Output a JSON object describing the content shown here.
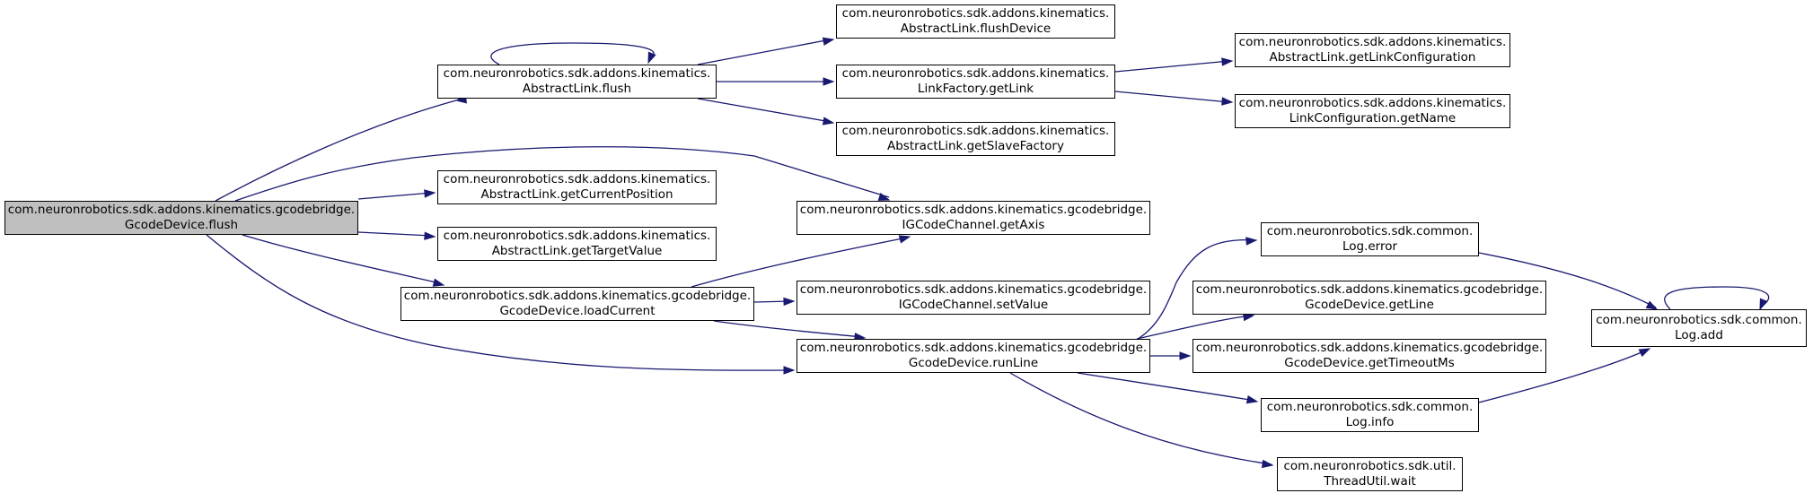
{
  "colors": {
    "edge": "#191970",
    "root_fill": "#bfbfbf",
    "node_fill": "#ffffff",
    "border": "#000000"
  },
  "nodes": [
    {
      "id": "gcd_flush",
      "line1": "com.neuronrobotics.sdk.addons.kinematics.gcodebridge.",
      "line2": "GcodeDevice.flush"
    },
    {
      "id": "al_flush",
      "line1": "com.neuronrobotics.sdk.addons.kinematics.",
      "line2": "AbstractLink.flush"
    },
    {
      "id": "al_getcurrentposition",
      "line1": "com.neuronrobotics.sdk.addons.kinematics.",
      "line2": "AbstractLink.getCurrentPosition"
    },
    {
      "id": "al_gettargetvalue",
      "line1": "com.neuronrobotics.sdk.addons.kinematics.",
      "line2": "AbstractLink.getTargetValue"
    },
    {
      "id": "gcd_loadcurrent",
      "line1": "com.neuronrobotics.sdk.addons.kinematics.gcodebridge.",
      "line2": "GcodeDevice.loadCurrent"
    },
    {
      "id": "al_flushdevice",
      "line1": "com.neuronrobotics.sdk.addons.kinematics.",
      "line2": "AbstractLink.flushDevice"
    },
    {
      "id": "lf_getlink",
      "line1": "com.neuronrobotics.sdk.addons.kinematics.",
      "line2": "LinkFactory.getLink"
    },
    {
      "id": "al_getslavefactory",
      "line1": "com.neuronrobotics.sdk.addons.kinematics.",
      "line2": "AbstractLink.getSlaveFactory"
    },
    {
      "id": "igc_getaxis",
      "line1": "com.neuronrobotics.sdk.addons.kinematics.gcodebridge.",
      "line2": "IGCodeChannel.getAxis"
    },
    {
      "id": "igc_setvalue",
      "line1": "com.neuronrobotics.sdk.addons.kinematics.gcodebridge.",
      "line2": "IGCodeChannel.setValue"
    },
    {
      "id": "gcd_runline",
      "line1": "com.neuronrobotics.sdk.addons.kinematics.gcodebridge.",
      "line2": "GcodeDevice.runLine"
    },
    {
      "id": "al_getlinkconfiguration",
      "line1": "com.neuronrobotics.sdk.addons.kinematics.",
      "line2": "AbstractLink.getLinkConfiguration"
    },
    {
      "id": "lc_getname",
      "line1": "com.neuronrobotics.sdk.addons.kinematics.",
      "line2": "LinkConfiguration.getName"
    },
    {
      "id": "log_error",
      "line1": "com.neuronrobotics.sdk.common.",
      "line2": "Log.error"
    },
    {
      "id": "gcd_getline",
      "line1": "com.neuronrobotics.sdk.addons.kinematics.gcodebridge.",
      "line2": "GcodeDevice.getLine"
    },
    {
      "id": "gcd_gettimeoutms",
      "line1": "com.neuronrobotics.sdk.addons.kinematics.gcodebridge.",
      "line2": "GcodeDevice.getTimeoutMs"
    },
    {
      "id": "log_info",
      "line1": "com.neuronrobotics.sdk.common.",
      "line2": "Log.info"
    },
    {
      "id": "tu_wait",
      "line1": "com.neuronrobotics.sdk.util.",
      "line2": "ThreadUtil.wait"
    },
    {
      "id": "log_add",
      "line1": "com.neuronrobotics.sdk.common.",
      "line2": "Log.add"
    }
  ],
  "edges": [
    [
      "gcd_flush",
      "al_flush"
    ],
    [
      "gcd_flush",
      "igc_getaxis"
    ],
    [
      "gcd_flush",
      "al_getcurrentposition"
    ],
    [
      "gcd_flush",
      "al_gettargetvalue"
    ],
    [
      "gcd_flush",
      "gcd_loadcurrent"
    ],
    [
      "gcd_flush",
      "gcd_runline"
    ],
    [
      "al_flush",
      "al_flush"
    ],
    [
      "al_flush",
      "al_flushdevice"
    ],
    [
      "al_flush",
      "lf_getlink"
    ],
    [
      "al_flush",
      "al_getslavefactory"
    ],
    [
      "lf_getlink",
      "al_getlinkconfiguration"
    ],
    [
      "lf_getlink",
      "lc_getname"
    ],
    [
      "gcd_loadcurrent",
      "igc_getaxis"
    ],
    [
      "gcd_loadcurrent",
      "igc_setvalue"
    ],
    [
      "gcd_loadcurrent",
      "gcd_runline"
    ],
    [
      "gcd_runline",
      "log_error"
    ],
    [
      "gcd_runline",
      "gcd_getline"
    ],
    [
      "gcd_runline",
      "gcd_gettimeoutms"
    ],
    [
      "gcd_runline",
      "log_info"
    ],
    [
      "gcd_runline",
      "tu_wait"
    ],
    [
      "log_error",
      "log_add"
    ],
    [
      "log_info",
      "log_add"
    ],
    [
      "log_add",
      "log_add"
    ]
  ]
}
